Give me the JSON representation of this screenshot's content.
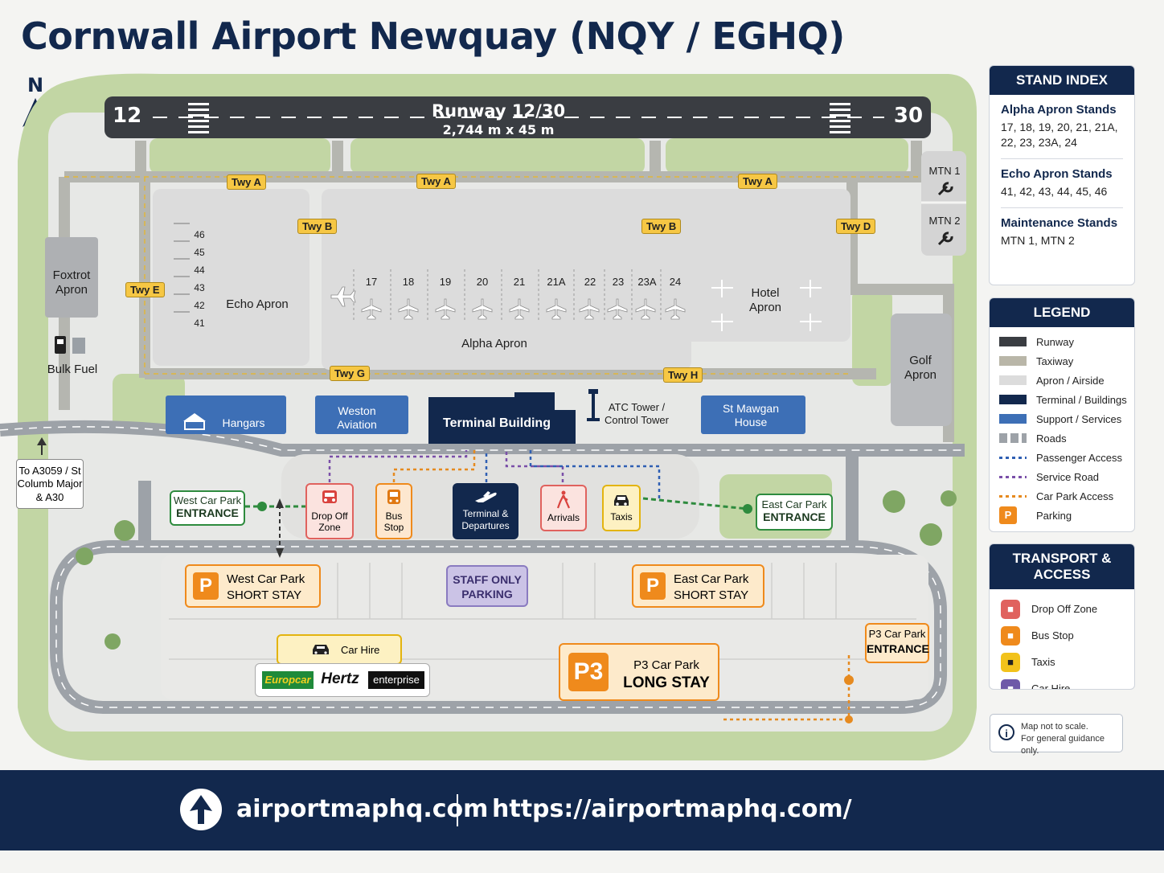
{
  "title": "Cornwall Airport Newquay (NQY / EGHQ)",
  "compass": "N",
  "runway": {
    "name": "Runway 12/30",
    "dims": "2,744 m x 45 m",
    "end_left": "12",
    "end_right": "30"
  },
  "taxiways": {
    "a": "Twy A",
    "b": "Twy B",
    "d": "Twy D",
    "e": "Twy E",
    "g": "Twy G",
    "h": "Twy H"
  },
  "areas": {
    "echo": "Echo Apron",
    "alpha": "Alpha Apron",
    "hotel": "Hotel Apron",
    "golf": "Golf Apron",
    "foxtrot": "Foxtrot Apron",
    "bulk_fuel": "Bulk Fuel",
    "mtn1": "MTN 1",
    "mtn2": "MTN 2"
  },
  "echo_stands": [
    "46",
    "45",
    "44",
    "43",
    "42",
    "41"
  ],
  "alpha_stands": [
    "17",
    "18",
    "19",
    "20",
    "21",
    "21A",
    "22",
    "23",
    "23A",
    "24"
  ],
  "buildings": {
    "hangars": "Hangars",
    "weston": "Weston Aviation",
    "terminal": "Terminal Building",
    "atc": "ATC Tower / Control Tower",
    "st_mawgan": "St Mawgan House"
  },
  "road_sign": "To A3059 / St Columb Major & A30",
  "services": {
    "west_entrance": [
      "West Car Park",
      "ENTRANCE"
    ],
    "east_entrance": [
      "East Car Park",
      "ENTRANCE"
    ],
    "drop_off": "Drop Off Zone",
    "bus_stop": "Bus Stop",
    "terminal_dep": "Terminal & Departures",
    "arrivals": "Arrivals",
    "taxis": "Taxis",
    "west_short": [
      "West Car Park",
      "SHORT STAY"
    ],
    "staff": [
      "STAFF ONLY",
      "PARKING"
    ],
    "east_short": [
      "East Car Park",
      "SHORT STAY"
    ],
    "car_hire": "Car Hire",
    "p3_entrance": [
      "P3 Car Park",
      "ENTRANCE"
    ],
    "p3": [
      "P3 Car Park",
      "LONG STAY"
    ],
    "p3_badge": "P3",
    "p_badge": "P",
    "brands": [
      "Europcar",
      "Hertz",
      "enterprise"
    ]
  },
  "stand_index": {
    "title": "STAND INDEX",
    "sections": [
      {
        "title": "Alpha Apron Stands",
        "value": "17, 18, 19, 20, 21, 21A, 22, 23, 23A, 24"
      },
      {
        "title": "Echo Apron Stands",
        "value": "41, 42, 43, 44, 45, 46"
      },
      {
        "title": "Maintenance Stands",
        "value": "MTN 1, MTN 2"
      }
    ]
  },
  "legend": {
    "title": "LEGEND",
    "items": [
      {
        "label": "Runway",
        "color": "#3a3d42"
      },
      {
        "label": "Taxiway",
        "color": "#b9b6a8"
      },
      {
        "label": "Apron / Airside",
        "color": "#dcdcdc"
      },
      {
        "label": "Terminal / Buildings",
        "color": "#12284d"
      },
      {
        "label": "Support / Services",
        "color": "#3d6fb6"
      },
      {
        "label": "Roads",
        "color": "#9da2a8"
      },
      {
        "label": "Passenger Access",
        "color": "#2f5fb3"
      },
      {
        "label": "Service Road",
        "color": "#7a4fa8"
      },
      {
        "label": "Car Park Access",
        "color": "#e68a1f"
      },
      {
        "label": "Parking",
        "color": "#ef8a1c"
      }
    ]
  },
  "transport": {
    "title": "TRANSPORT & ACCESS",
    "items": [
      {
        "label": "Drop Off Zone",
        "color": "#e0625e"
      },
      {
        "label": "Bus Stop",
        "color": "#ef8a1c"
      },
      {
        "label": "Taxis",
        "color": "#f2c21b"
      },
      {
        "label": "Car Hire",
        "color": "#6e5aa8"
      }
    ]
  },
  "note": {
    "line1": "Map not to scale.",
    "line2": "For general guidance only."
  },
  "footer": {
    "site": "airportmaphq.com",
    "url": "https://airportmaphq.com/"
  }
}
